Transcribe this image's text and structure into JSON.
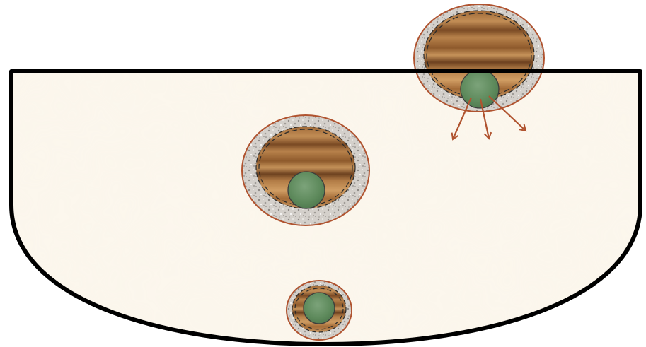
{
  "diagram": {
    "container": {
      "shape": "bowl-cross-section",
      "fill": "#fbf6ec",
      "stroke": "#000000"
    },
    "palette": {
      "gravel": "#cfcbc6",
      "wood_light": "#b8834d",
      "wood_dark": "#6e4220",
      "ring_stroke": "#b0532f",
      "dashed_liner": "#2a2a2a",
      "core_green": "#5e8a5c",
      "core_stroke": "#3c3c3c",
      "arrow": "#b0532f"
    },
    "layers": [
      "gravel-ring",
      "wood-ring",
      "dashed-liner",
      "green-core"
    ],
    "elements": [
      {
        "name": "unit-large-top-right",
        "overlaps_container_edge": true,
        "has_radiating_arrows": true,
        "arrow_count": 3
      },
      {
        "name": "unit-medium-center",
        "overlaps_container_edge": false,
        "has_radiating_arrows": false
      },
      {
        "name": "unit-small-bottom",
        "overlaps_container_edge": false,
        "has_radiating_arrows": false
      }
    ]
  }
}
